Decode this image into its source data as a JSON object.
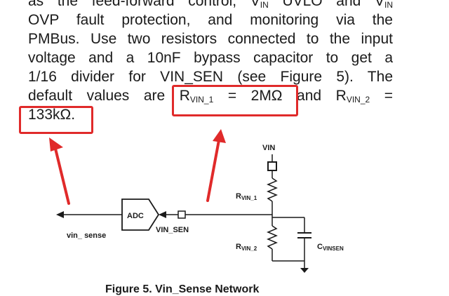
{
  "paragraph": {
    "line1_pre": "as the feed-forward control, V",
    "line1_sub1": "IN",
    "line1_mid": " UVLO and V",
    "line1_sub2": "IN",
    "line2": "OVP fault protection, and monitoring via the",
    "line3": "PMBus. Use two resistors connected to the input",
    "line4": "voltage and a 10nF bypass capacitor to get a",
    "line5": "1/16 divider for VIN_SEN (see Figure 5). The",
    "line6_pre": "default values are R",
    "line6_sub1": "VIN_1",
    "line6_mid": " = 2MΩ and R",
    "line6_sub2": "VIN_2",
    "line6_post": " =",
    "line7": "133kΩ."
  },
  "circuit": {
    "vin_label": "VIN",
    "adc_label": "ADC",
    "vin_sense_label": "vin_ sense",
    "vin_sen_label": "VIN_SEN",
    "r1_main": "R",
    "r1_sub": "VIN_1",
    "r2_main": "R",
    "r2_sub": "VIN_2",
    "c_main": "C",
    "c_sub": "VINSEN"
  },
  "caption": "Figure 5. Vin_Sense Network",
  "colors": {
    "highlight": "#e02a2a",
    "text": "#1a1a1a"
  }
}
